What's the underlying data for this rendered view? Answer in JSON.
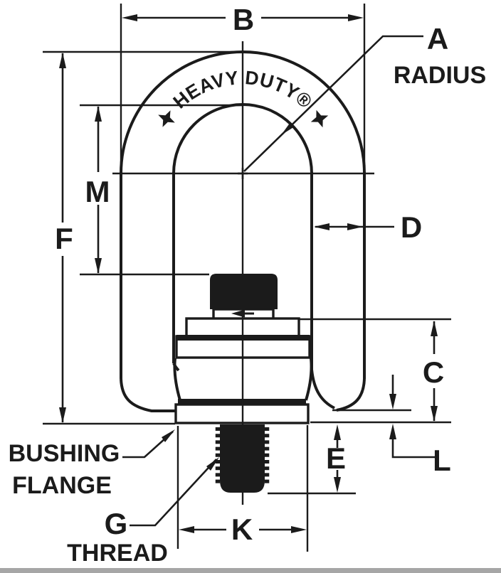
{
  "figure": {
    "engraving": "HEAVY DUTY®",
    "line_color": "#1b1b1b",
    "background_color": "#ffffff",
    "bottom_edge_color": "#a6a6a6"
  },
  "dimension_labels": {
    "b": "B",
    "a": "A",
    "a_qualifier": "RADIUS",
    "f": "F",
    "m": "M",
    "d": "D",
    "c": "C",
    "e": "E",
    "l": "L",
    "k": "K"
  },
  "callouts": {
    "bushing_flange": {
      "line1": "BUSHING",
      "line2": "FLANGE"
    },
    "g_thread": {
      "dimension": "G",
      "qualifier": "THREAD"
    }
  }
}
